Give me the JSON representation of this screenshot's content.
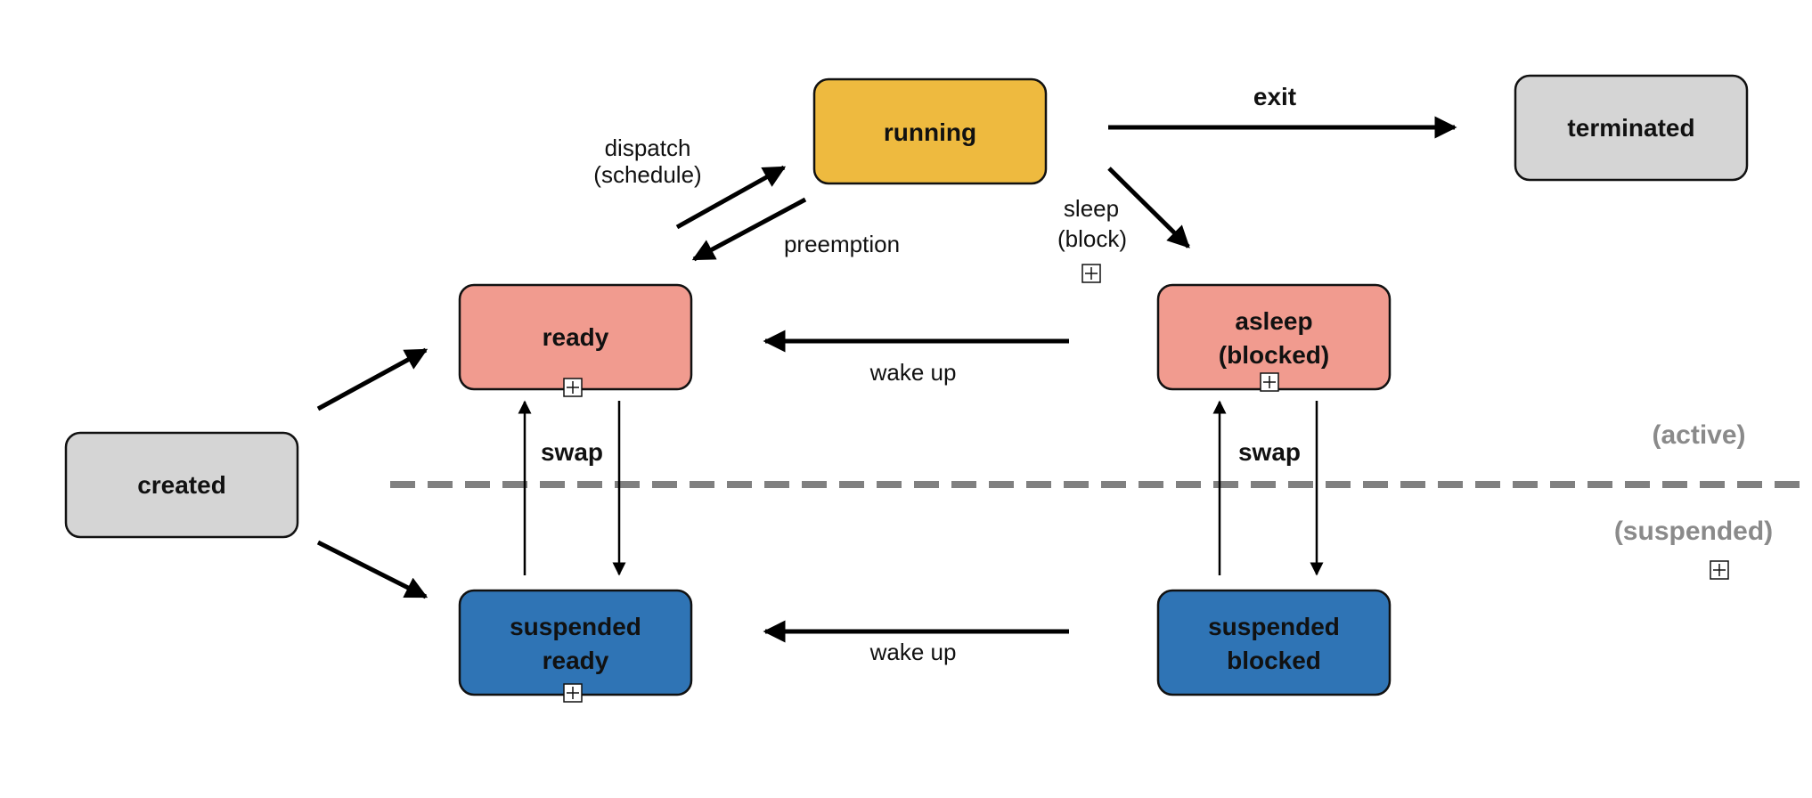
{
  "states": {
    "running": {
      "label": "running",
      "color": "#EEBA3F"
    },
    "terminated": {
      "label": "terminated",
      "color": "#D5D5D5"
    },
    "ready": {
      "label": "ready",
      "color": "#F19B8F"
    },
    "asleep": {
      "line1": "asleep",
      "line2": "(blocked)",
      "color": "#F19B8F"
    },
    "created": {
      "label": "created",
      "color": "#D5D5D5"
    },
    "suspended_ready": {
      "line1": "suspended",
      "line2": "ready",
      "color": "#2F74B5"
    },
    "suspended_blocked": {
      "line1": "suspended",
      "line2": "blocked",
      "color": "#2F74B5"
    }
  },
  "transitions": {
    "exit": "exit",
    "dispatch_line1": "dispatch",
    "dispatch_line2": "(schedule)",
    "preemption": "preemption",
    "sleep_line1": "sleep",
    "sleep_line2": "(block)",
    "wake_up_active": "wake up",
    "wake_up_suspended": "wake up",
    "swap_left": "swap",
    "swap_right": "swap"
  },
  "zones": {
    "active": "(active)",
    "suspended": "(suspended)",
    "divider_color": "#808080"
  },
  "icons": {
    "expander": "boxed-plus-icon"
  }
}
